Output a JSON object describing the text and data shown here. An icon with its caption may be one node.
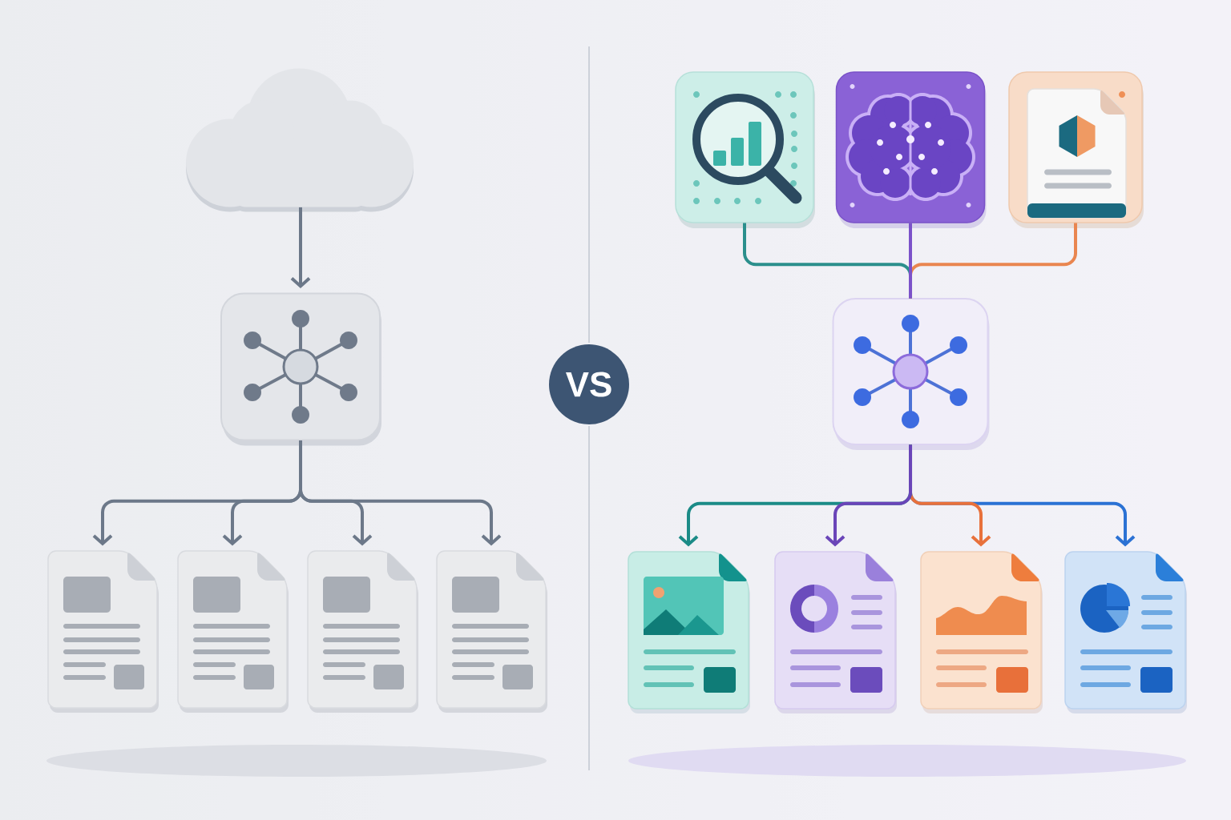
{
  "diagram": {
    "nodes": [
      {
        "text": [],
        "shape": "cloud"
      },
      {
        "text": [],
        "shape": "box"
      },
      {
        "text": [],
        "shape": "document"
      },
      {
        "text": [],
        "shape": "document"
      },
      {
        "text": [],
        "shape": "document"
      },
      {
        "text": [],
        "shape": "document"
      },
      {
        "text": [
          "VS"
        ]
      },
      {
        "text": [],
        "shape": "picture"
      },
      {
        "text": [],
        "shape": "picture"
      },
      {
        "text": [],
        "shape": "picture"
      },
      {
        "text": [],
        "shape": "box"
      },
      {
        "text": [],
        "shape": "document"
      },
      {
        "text": [],
        "shape": "document"
      },
      {
        "text": [],
        "shape": "document"
      },
      {
        "text": [],
        "shape": "document"
      }
    ],
    "edges": [
      {
        "from": 0,
        "to": 1,
        "arrow": "to"
      },
      {
        "from": 1,
        "to": 2,
        "arrow": "to"
      },
      {
        "from": 1,
        "to": 3,
        "arrow": "to"
      },
      {
        "from": 1,
        "to": 4,
        "arrow": "to"
      },
      {
        "from": 1,
        "to": 5,
        "arrow": "to"
      },
      {
        "from": 7,
        "to": 10,
        "arrow": "none",
        "color": "#2b8f8c"
      },
      {
        "from": 8,
        "to": 10,
        "arrow": "none",
        "color": "#7b52c9"
      },
      {
        "from": 9,
        "to": 10,
        "arrow": "none",
        "color": "#e98650"
      },
      {
        "from": 10,
        "to": 11,
        "arrow": "to",
        "color": "#1b8b87"
      },
      {
        "from": 10,
        "to": 12,
        "arrow": "to",
        "color": "#6a45b8"
      },
      {
        "from": 10,
        "to": 13,
        "arrow": "to",
        "color": "#e8713b"
      },
      {
        "from": 10,
        "to": 14,
        "arrow": "to",
        "color": "#2b72d4"
      }
    ]
  }
}
